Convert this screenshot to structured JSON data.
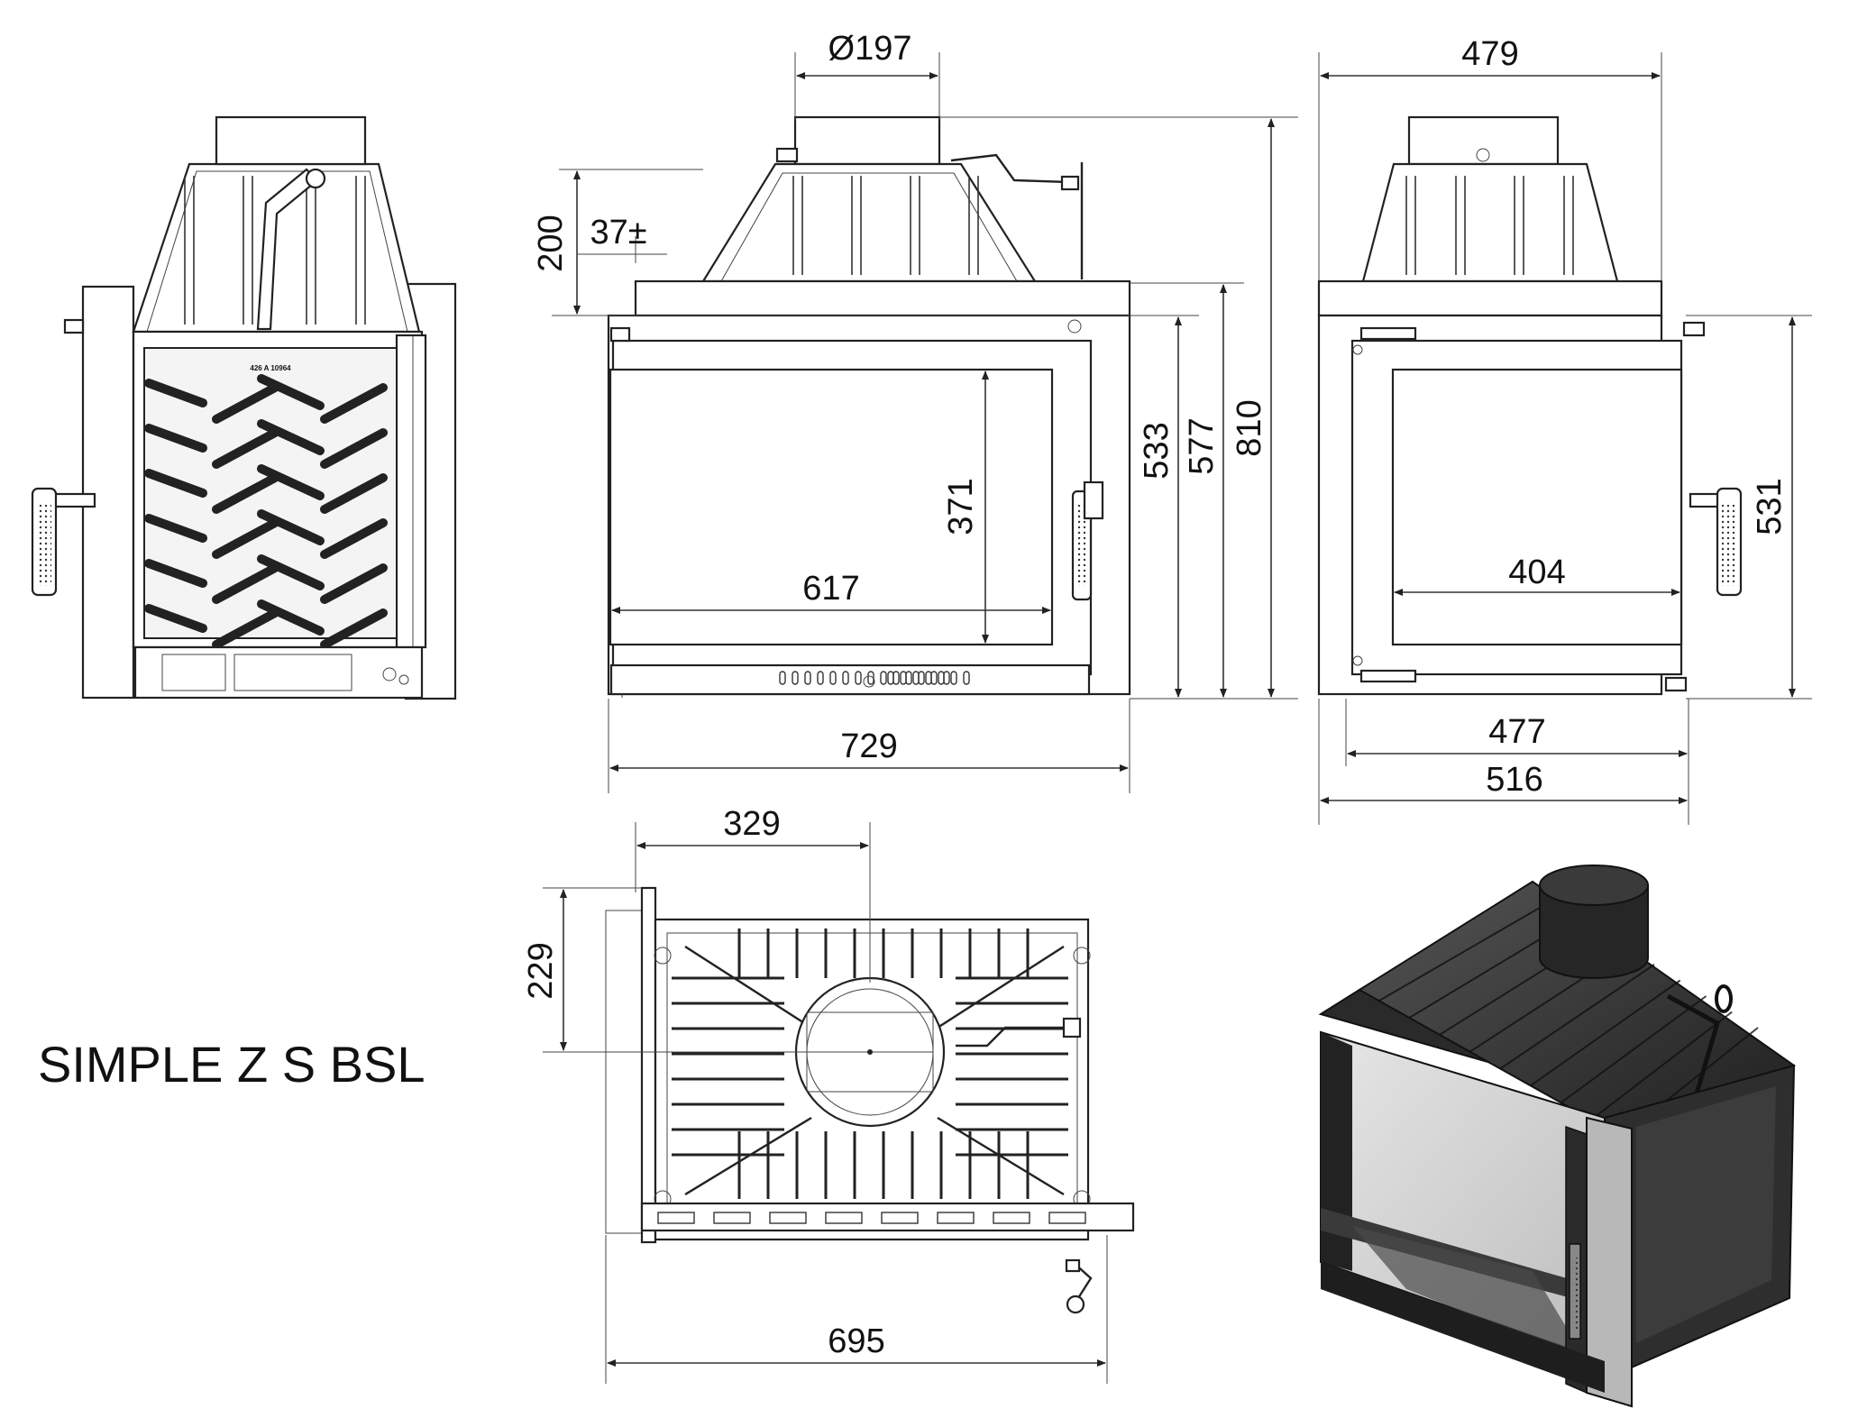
{
  "title": "SIMPLE Z S BSL",
  "front_view": {
    "flue_diameter": "Ø197",
    "height_total": "810",
    "height_body": "577",
    "height_door": "533",
    "glass_height": "371",
    "glass_width": "617",
    "width_total": "729",
    "hood_height": "200",
    "hood_offset": "37±"
  },
  "side_view_right": {
    "depth_top": "479",
    "glass_depth": "404",
    "door_height": "531",
    "depth_inner": "477",
    "depth_total": "516"
  },
  "top_view": {
    "flue_offset_x": "329",
    "flue_offset_y": "229",
    "width_total": "695"
  },
  "left_view": {
    "plate_marking": "426 A 10964"
  },
  "colors": {
    "line": "#222222",
    "dark_metal": "#2a2a2a",
    "glass": "#d8d8d8"
  }
}
